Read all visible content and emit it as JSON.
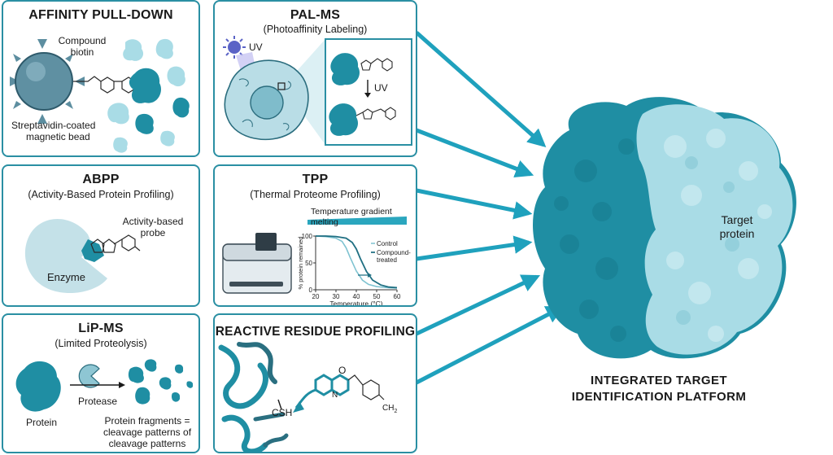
{
  "colors": {
    "accent": "#2a8fa3",
    "teal_dark": "#1f8ea3",
    "teal_light": "#a9dce6",
    "arrow": "#1fa1bd"
  },
  "panels": {
    "affinity": {
      "title": "AFFINITY PULL-DOWN",
      "compound_label": "Compound",
      "biotin_label": "biotin",
      "bead_label_1": "Streptavidin-coated",
      "bead_label_2": "magnetic bead"
    },
    "palms": {
      "title": "PAL-MS",
      "subtitle": "(Photoaffinity Labeling)",
      "uv_label": "UV",
      "uv_arrow_label": "UV"
    },
    "abpp": {
      "title": "ABPP",
      "subtitle": "(Activity-Based Protein Profiling)",
      "probe_label_1": "Activity-based",
      "probe_label_2": "probe",
      "enzyme_label": "Enzyme"
    },
    "tpp": {
      "title": "TPP",
      "subtitle": "(Thermal Proteome Profiling)",
      "gradient_label": "Temperature gradient melting"
    },
    "lipms": {
      "title": "LiP-MS",
      "subtitle": "(Limited Proteolysis)",
      "protease_label": "Protease",
      "protein_label": "Protein",
      "fragments_line1": "Protein fragments =",
      "fragments_line2": "cleavage patterns of",
      "fragments_line3": "cleavage patterns"
    },
    "reactive": {
      "title": "REACTIVE RESIDUE PROFILING",
      "csh_label": "CSH",
      "o_label": "O",
      "n_label": "N",
      "ch2_label": "CH",
      "ch2_sub": "2"
    }
  },
  "chart_data": {
    "type": "line",
    "xlabel": "Temperature (°C)",
    "ylabel": "% protein remained",
    "xlim": [
      20,
      60
    ],
    "ylim": [
      0,
      100
    ],
    "x_ticks": [
      20,
      30,
      40,
      50,
      60
    ],
    "y_ticks": [
      0,
      50,
      100
    ],
    "legend_position": "right",
    "series": [
      {
        "name": "Control",
        "x": [
          20,
          25,
          30,
          33,
          35,
          37,
          40,
          43,
          46,
          50,
          55,
          60
        ],
        "values": [
          100,
          99,
          96,
          90,
          78,
          60,
          35,
          18,
          10,
          6,
          4,
          3
        ]
      },
      {
        "name": "Compound-treated",
        "x": [
          20,
          25,
          30,
          35,
          38,
          40,
          42,
          45,
          48,
          52,
          56,
          60
        ],
        "values": [
          100,
          100,
          99,
          96,
          88,
          76,
          58,
          34,
          18,
          9,
          5,
          4
        ]
      }
    ]
  },
  "target": {
    "label_line1": "Target",
    "label_line2": "protein"
  },
  "platform": {
    "line1": "INTEGRATED TARGET",
    "line2": "IDENTIFICATION PLATFORM"
  }
}
